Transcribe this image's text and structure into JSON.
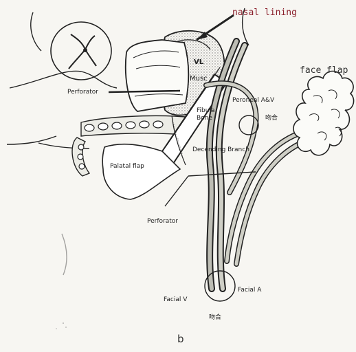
{
  "labels": {
    "nasal_lining": "nasal lining",
    "face_flap": "face flap",
    "vl": "VL",
    "musc": "Musc",
    "perforator_top": "Perforator",
    "fibula_bone": "Fibula\nBone",
    "peroneal_av": "Peroneal A&V",
    "anastomosis_upper": "吻合",
    "decending_branch": "Decending Branch",
    "palatal_flap": "Palatal flap",
    "perforator_bottom": "Perforator",
    "facial_v": "Facial V",
    "facial_a": "Facial A",
    "anastomosis_lower": "吻合",
    "figure_letter": "b"
  },
  "colors": {
    "ink": "#222222",
    "stipple": "#b9b9b0",
    "paper": "#f7f6f2",
    "accent": "#8a1f2b"
  }
}
